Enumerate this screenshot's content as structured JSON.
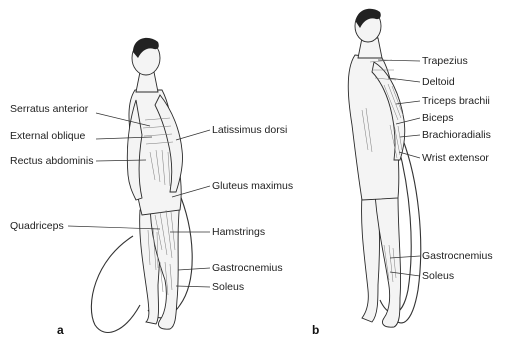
{
  "figure_a": {
    "panel_label": "a",
    "labels": {
      "serratus_anterior": "Serratus anterior",
      "external_oblique": "External oblique",
      "rectus_abdominis": "Rectus abdominis",
      "quadriceps": "Quadriceps",
      "latissimus_dorsi": "Latissimus dorsi",
      "gluteus_maximus": "Gluteus maximus",
      "hamstrings": "Hamstrings",
      "gastrocnemius": "Gastrocnemius",
      "soleus": "Soleus"
    }
  },
  "figure_b": {
    "panel_label": "b",
    "labels": {
      "trapezius": "Trapezius",
      "deltoid": "Deltoid",
      "triceps_brachii": "Triceps brachii",
      "biceps": "Biceps",
      "brachioradialis": "Brachioradialis",
      "wrist_extensor": "Wrist extensor",
      "gastrocnemius": "Gastrocnemius",
      "soleus": "Soleus"
    }
  },
  "colors": {
    "line": "#333333",
    "skin": "#f4f4f4",
    "hair": "#222222",
    "text": "#222222"
  }
}
